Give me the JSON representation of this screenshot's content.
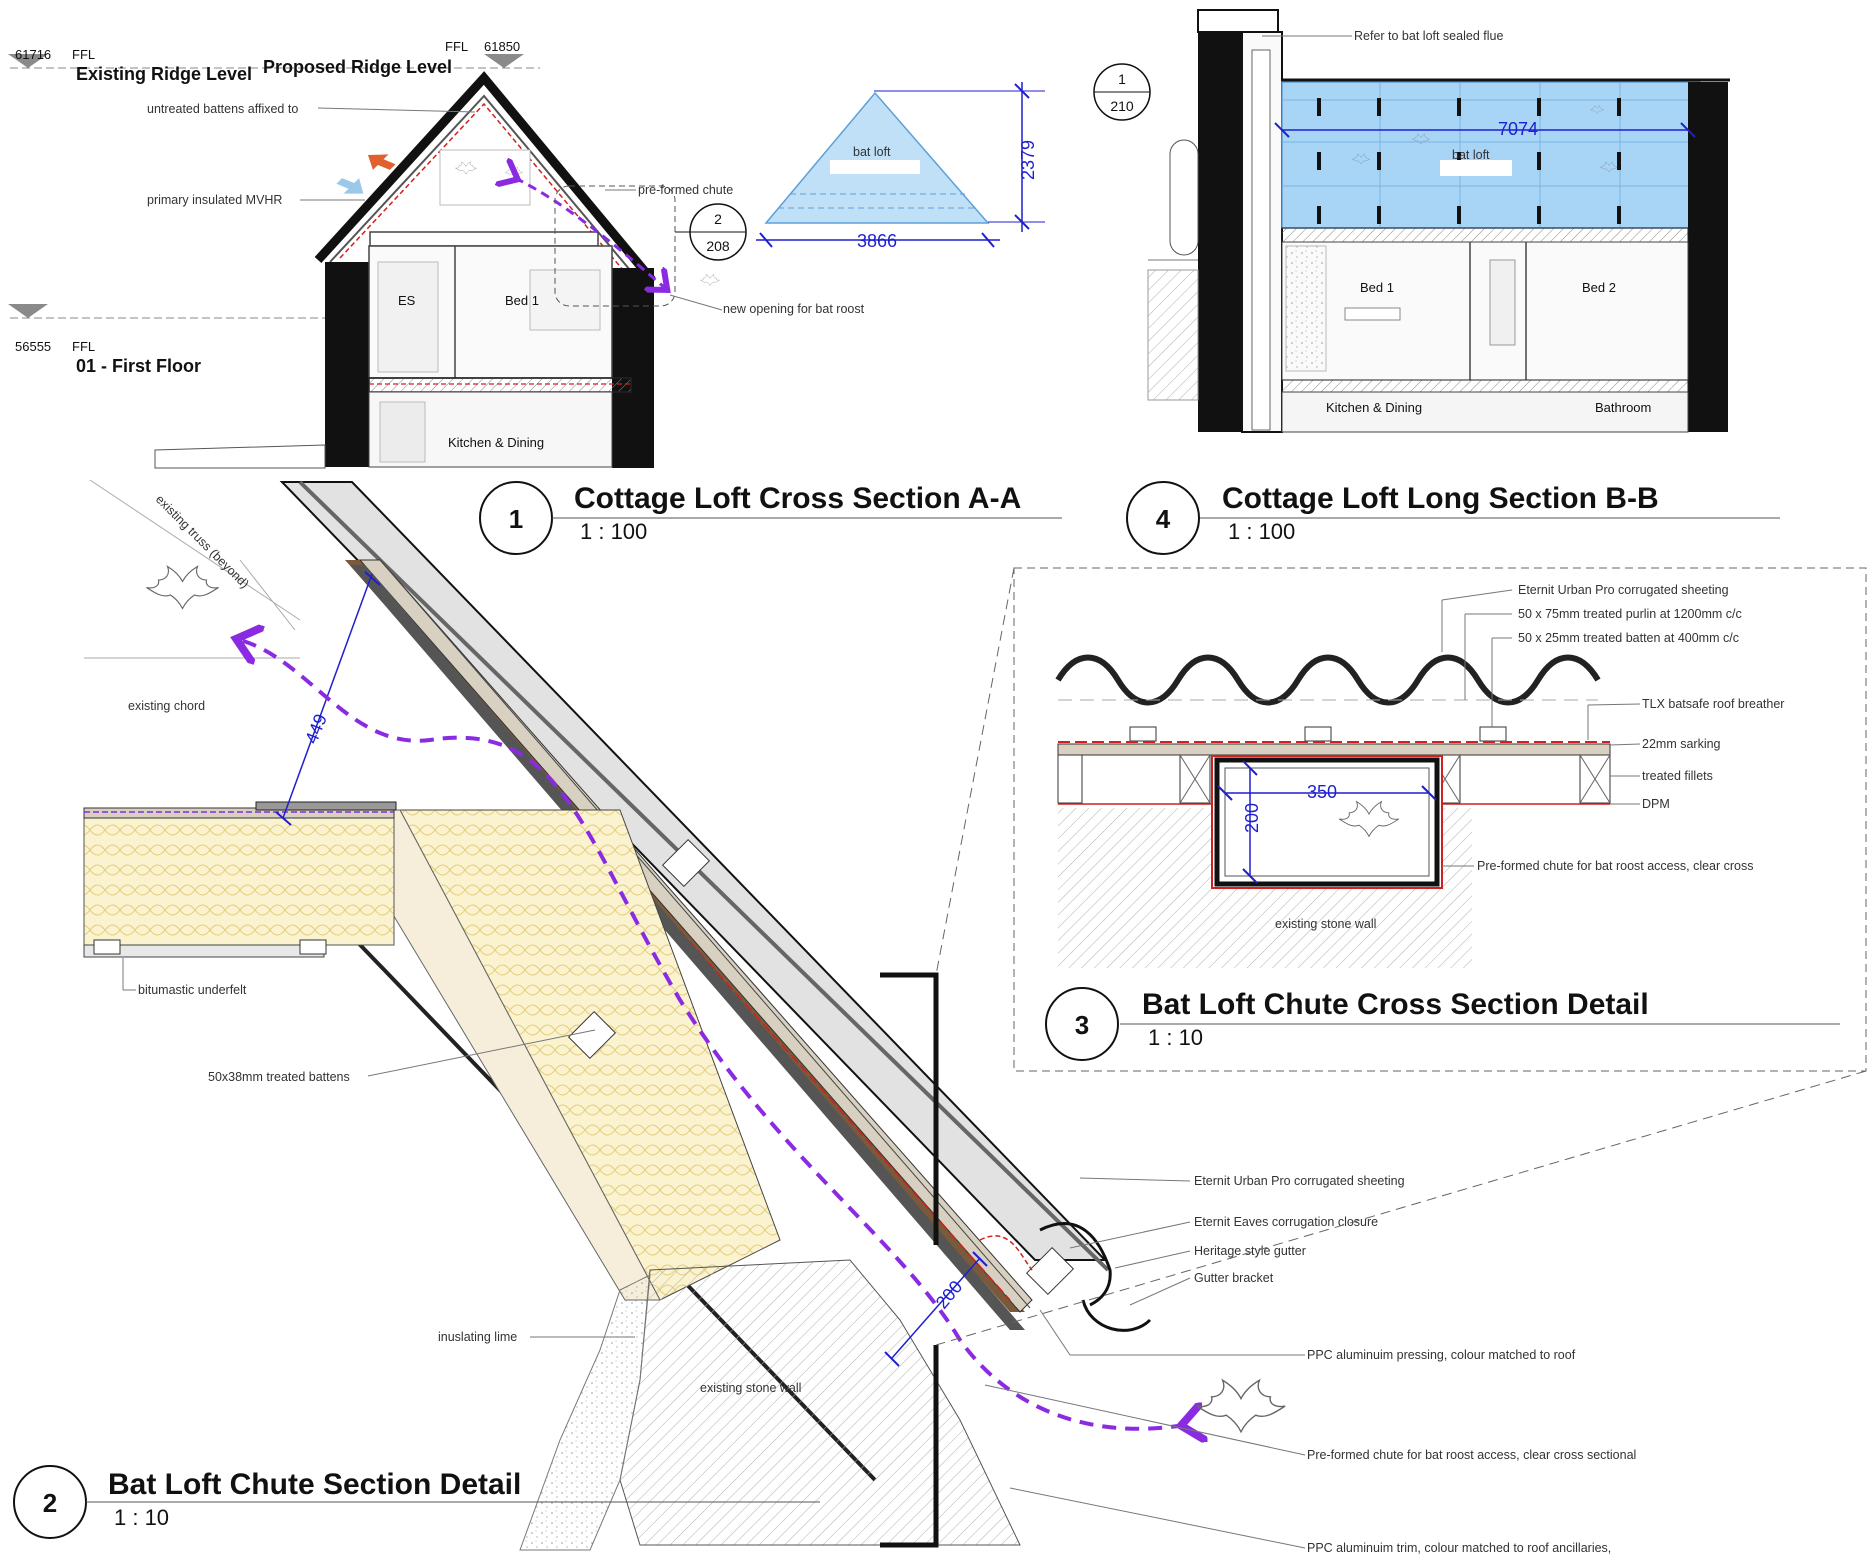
{
  "views": {
    "cross_section": {
      "number": "1",
      "title": "Cottage Loft Cross Section A-A",
      "scale": "1 : 100"
    },
    "long_section": {
      "number": "4",
      "title": "Cottage Loft Long Section B-B",
      "scale": "1 : 100"
    },
    "cross_detail": {
      "number": "3",
      "title": "Bat Loft Chute Cross Section Detail",
      "scale": "1 : 10"
    },
    "section_detail": {
      "number": "2",
      "title": "Bat Loft Chute Section Detail",
      "scale": "1 : 10"
    }
  },
  "levels": {
    "existing_ridge": {
      "elevation": "61716",
      "ffl": "FFL",
      "name": "Existing Ridge Level"
    },
    "proposed_ridge": {
      "elevation": "61850",
      "ffl": "FFL",
      "name": "Proposed Ridge Level"
    },
    "first_floor": {
      "elevation": "56555",
      "ffl": "FFL",
      "name": "01 - First Floor"
    }
  },
  "rooms": {
    "es": "ES",
    "bed1": "Bed 1",
    "bed2": "Bed 2",
    "kitchen_dining": "Kitchen & Dining",
    "bathroom": "Bathroom",
    "bat_loft": "bat loft"
  },
  "labels": {
    "untreated_battens": "untreated battens affixed to",
    "primary_mvhr": "primary insulated MVHR",
    "preformed_chute": "pre-formed chute",
    "new_opening": "new opening for bat roost",
    "refer_flue": "Refer to bat loft sealed flue",
    "existing_truss": "existing truss (beyond)",
    "existing_chord": "existing chord",
    "bitumastic": "bitumastic underfelt",
    "treated_battens_50x38": "50x38mm treated battens",
    "insulating_lime": "inuslating lime",
    "existing_stone_wall": "existing stone wall",
    "eternit_sheeting": "Eternit Urban Pro corrugated sheeting",
    "eaves_closure": "Eternit Eaves corrugation closure",
    "heritage_gutter": "Heritage style gutter",
    "gutter_bracket": "Gutter bracket",
    "ppc_pressing": "PPC aluminuim pressing, colour matched to roof",
    "chute_clear_sectional": "Pre-formed chute for bat roost access, clear cross sectional",
    "ppc_trim": "PPC aluminuim trim, colour matched to roof ancillaries,",
    "purlin": "50 x 75mm treated purlin at 1200mm c/c",
    "batten_400": "50 x 25mm treated batten at 400mm c/c",
    "tlx": "TLX batsafe roof breather",
    "sarking": "22mm sarking",
    "fillets": "treated fillets",
    "dpm": "DPM",
    "chute_clear_cross": "Pre-formed chute for bat roost access, clear cross"
  },
  "dimensions": {
    "bat_loft_width": "3866",
    "bat_loft_height": "2379",
    "long_length": "7074",
    "chute_depth_449": "449",
    "chute_200": "200",
    "cross_width": "350",
    "cross_height": "200"
  },
  "tags": {
    "detail2": {
      "top": "2",
      "bottom": "208"
    },
    "detail1": {
      "top": "1",
      "bottom": "210"
    }
  },
  "icons": [
    "bat-icon",
    "airflow-arrow-icon",
    "level-marker-icon",
    "section-cut-icon"
  ],
  "colors": {
    "airflow": "#8a2be2",
    "dimension": "#1f1fd0",
    "glazing": "#a8d4f5",
    "membrane": "#d21f1f",
    "insulation": "#fbf3cf"
  }
}
